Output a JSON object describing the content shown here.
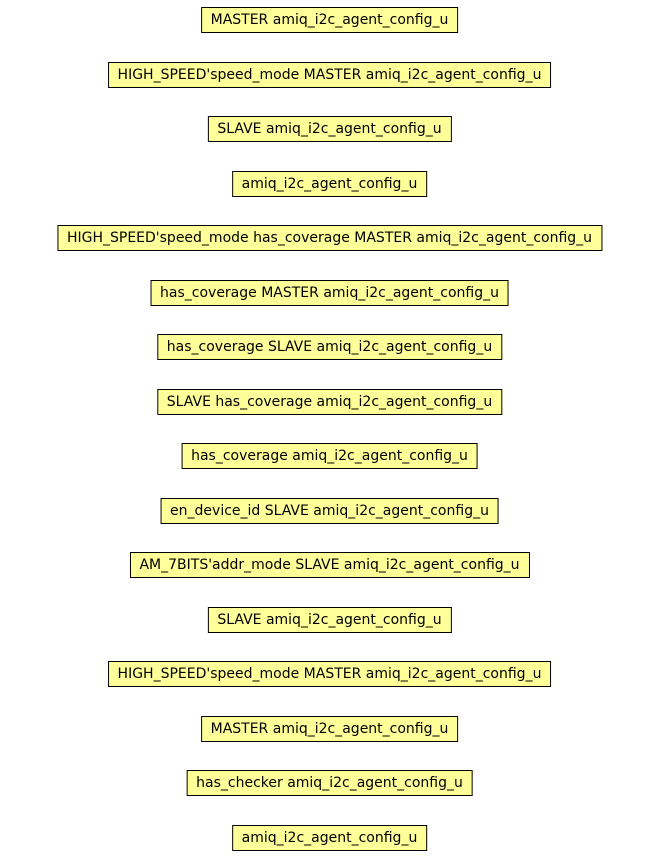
{
  "colors": {
    "background": "#ffffff",
    "node_fill": "#ffff99",
    "node_border": "#000000",
    "text": "#000000"
  },
  "nodes": [
    {
      "label": "MASTER amiq_i2c_agent_config_u"
    },
    {
      "label": "HIGH_SPEED'speed_mode MASTER amiq_i2c_agent_config_u"
    },
    {
      "label": "SLAVE amiq_i2c_agent_config_u"
    },
    {
      "label": "amiq_i2c_agent_config_u"
    },
    {
      "label": "HIGH_SPEED'speed_mode has_coverage MASTER amiq_i2c_agent_config_u"
    },
    {
      "label": "has_coverage MASTER amiq_i2c_agent_config_u"
    },
    {
      "label": "has_coverage SLAVE amiq_i2c_agent_config_u"
    },
    {
      "label": "SLAVE has_coverage amiq_i2c_agent_config_u"
    },
    {
      "label": "has_coverage amiq_i2c_agent_config_u"
    },
    {
      "label": "en_device_id SLAVE amiq_i2c_agent_config_u"
    },
    {
      "label": "AM_7BITS'addr_mode SLAVE amiq_i2c_agent_config_u"
    },
    {
      "label": "SLAVE amiq_i2c_agent_config_u"
    },
    {
      "label": "HIGH_SPEED'speed_mode MASTER amiq_i2c_agent_config_u"
    },
    {
      "label": "MASTER amiq_i2c_agent_config_u"
    },
    {
      "label": "has_checker amiq_i2c_agent_config_u"
    },
    {
      "label": "amiq_i2c_agent_config_u"
    }
  ]
}
